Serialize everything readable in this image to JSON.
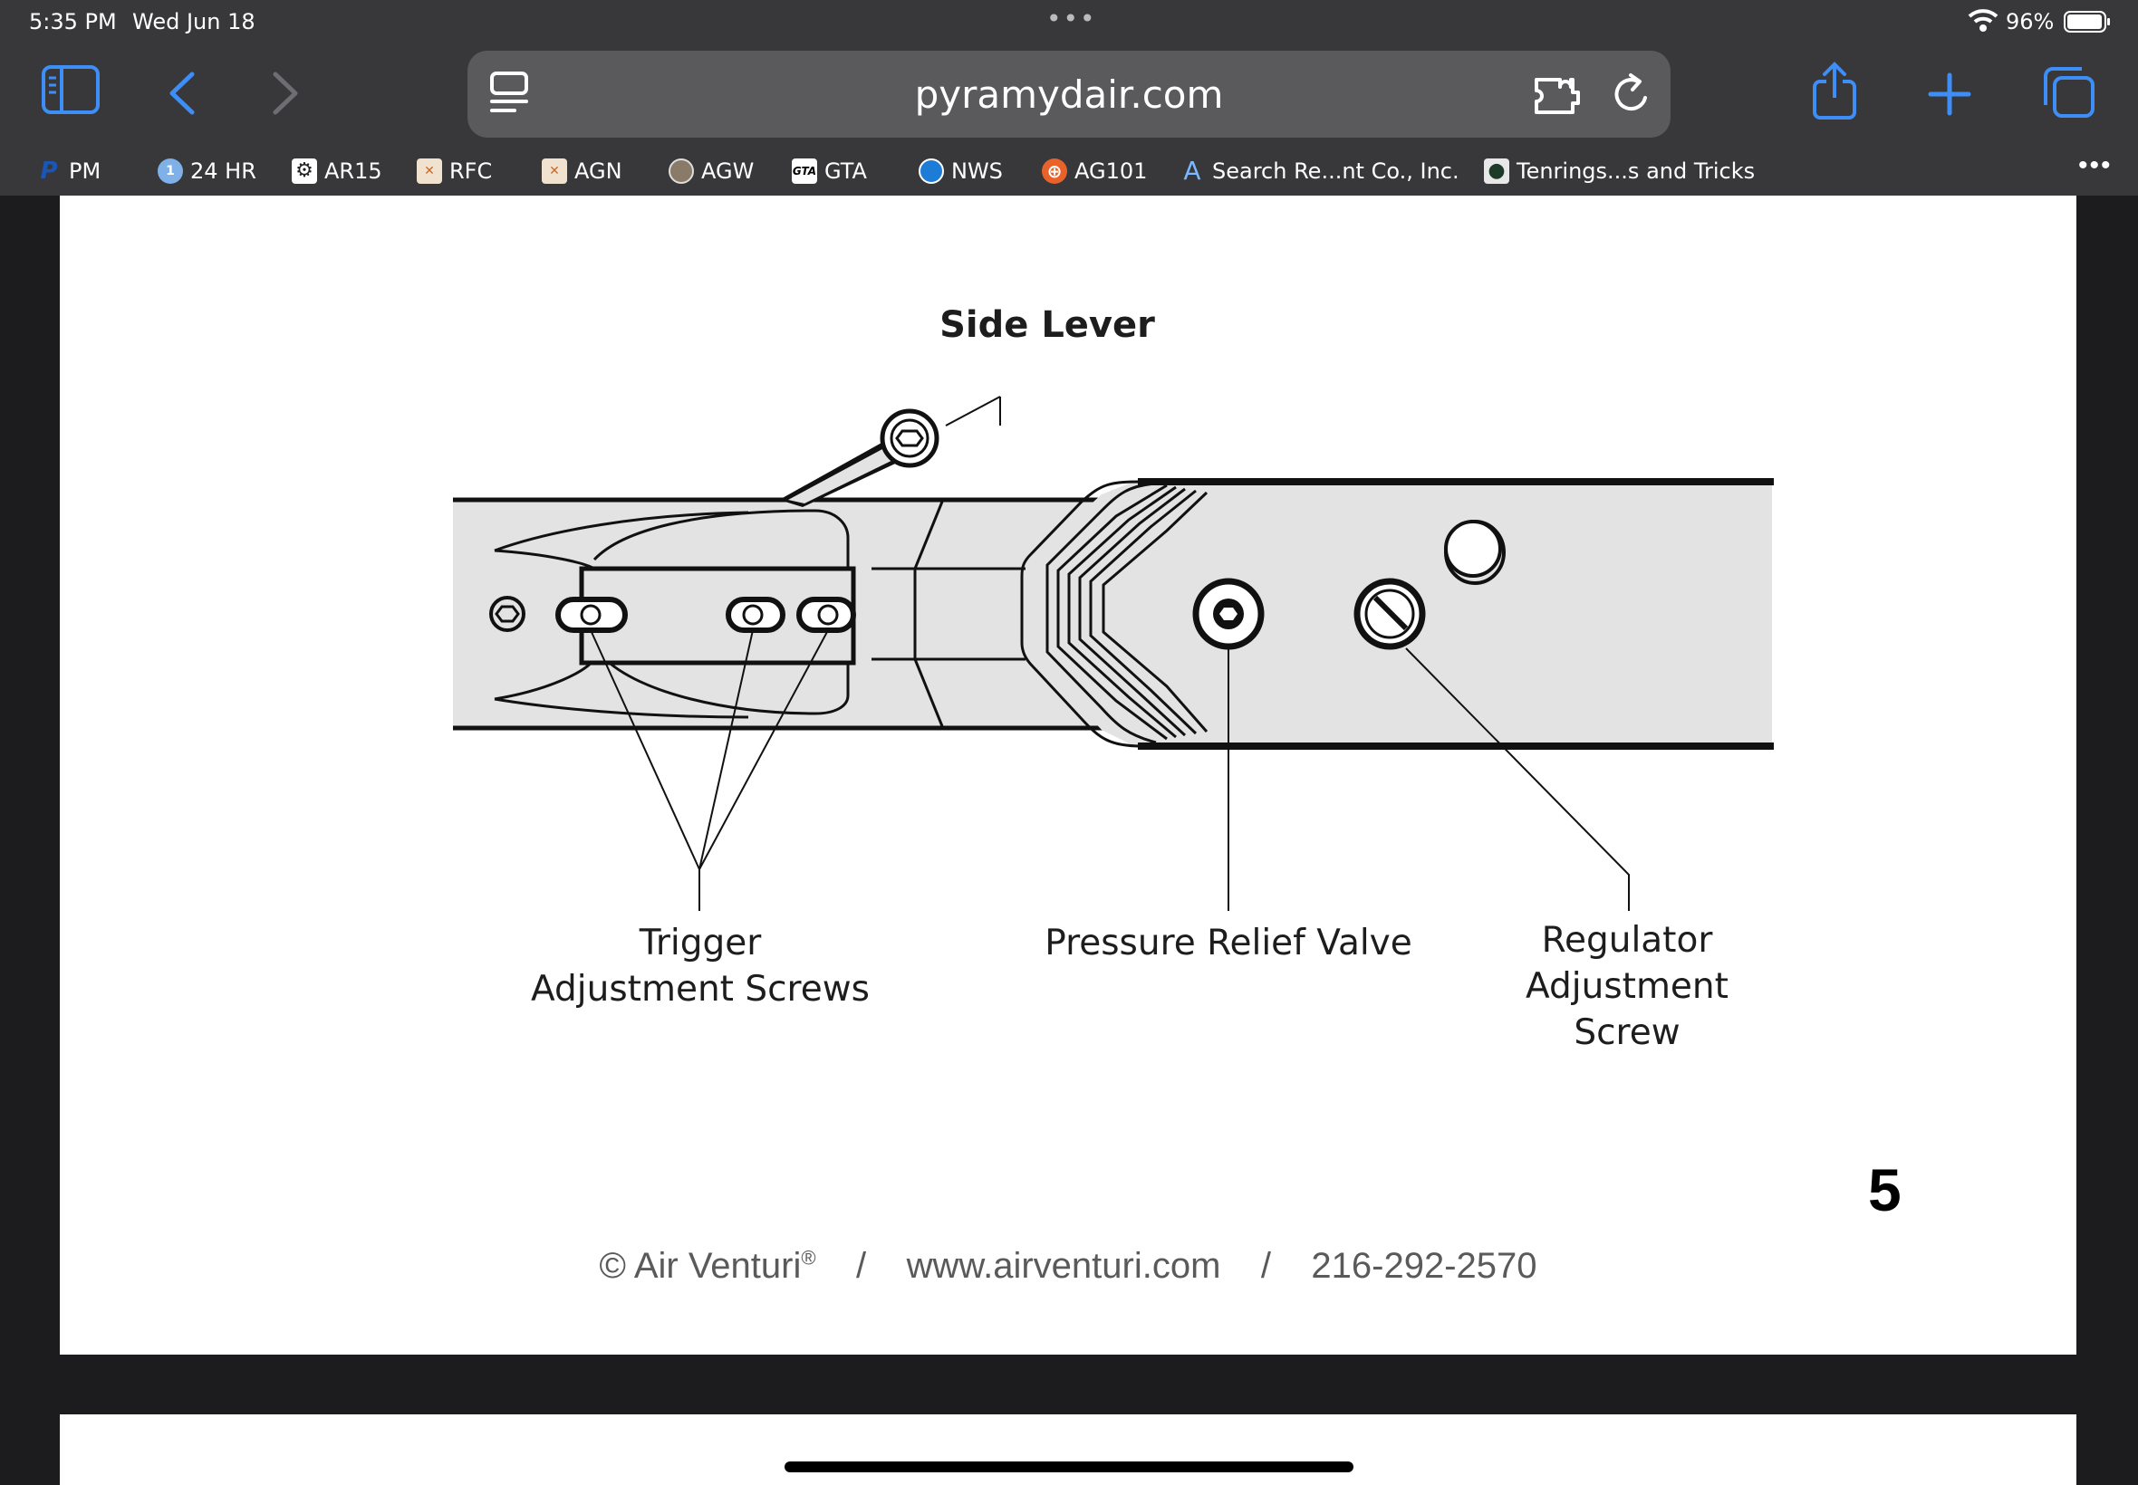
{
  "status": {
    "time": "5:35 PM",
    "date": "Wed Jun 18",
    "battery_pct": "96%"
  },
  "browser": {
    "url": "pyramydair.com",
    "bookmarks": [
      {
        "label": "PM",
        "icon": "paypal-icon",
        "color": "#1a56b8"
      },
      {
        "label": "24 HR",
        "icon": "chat-bubble-icon",
        "color": "#7fb0e8"
      },
      {
        "label": "AR15",
        "icon": "gear-icon",
        "color": "#222222"
      },
      {
        "label": "RFC",
        "icon": "eagle-icon",
        "color": "#c46a2c"
      },
      {
        "label": "AGN",
        "icon": "eagle-icon",
        "color": "#c46a2c"
      },
      {
        "label": "AGW",
        "icon": "globe-icon",
        "color": "#8a7a68"
      },
      {
        "label": "GTA",
        "icon": "gta-logo-icon",
        "color": "#ffffff"
      },
      {
        "label": "NWS",
        "icon": "noaa-icon",
        "color": "#1d7cd6"
      },
      {
        "label": "AG101",
        "icon": "target-icon",
        "color": "#e8622a"
      },
      {
        "label": "Search Re...nt Co., Inc.",
        "icon": "font-a-icon",
        "color": "#7cb7ff"
      },
      {
        "label": "Tenrings...s and Tricks",
        "icon": "target-dark-icon",
        "color": "#1e3b2a"
      }
    ]
  },
  "document": {
    "labels": {
      "side_lever": "Side Lever",
      "trigger_line1": "Trigger",
      "trigger_line2": "Adjustment Screws",
      "pressure_relief": "Pressure Relief Valve",
      "regulator_line1": "Regulator",
      "regulator_line2": "Adjustment",
      "regulator_line3": "Screw"
    },
    "page_number": "5",
    "footer": {
      "copyright": "© Air Venturi",
      "registered": "®",
      "website": "www.airventuri.com",
      "phone": "216-292-2570",
      "separator": "/"
    }
  },
  "colors": {
    "chrome_bg": "#38383a",
    "accent_blue": "#3e8ef7",
    "diagram_fill": "#e3e3e3"
  }
}
